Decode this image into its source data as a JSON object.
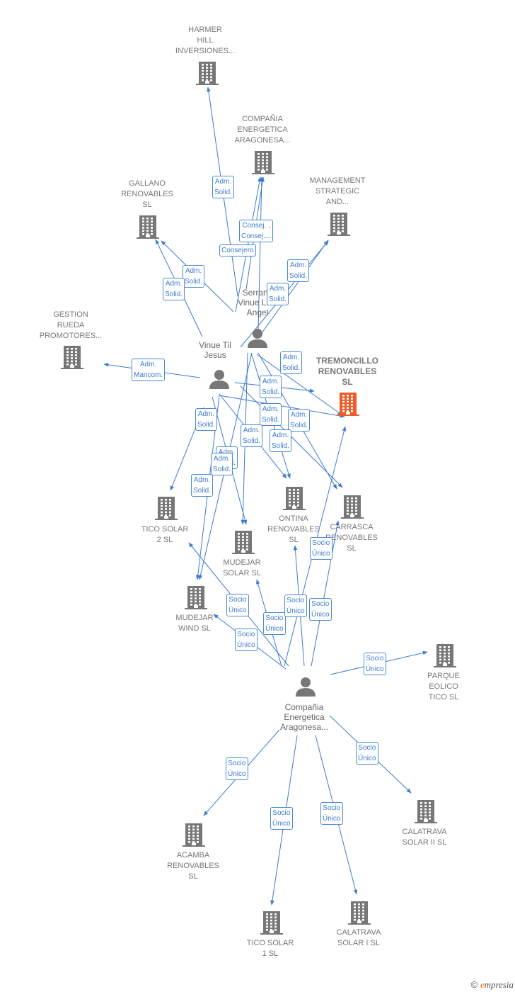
{
  "companies": [
    {
      "id": "harmer",
      "label": "HARMER\nHILL\nINVERSIONES...",
      "highlight": false
    },
    {
      "id": "compania_top",
      "label": "COMPAÑIA\nENERGETICA\nARAGONESA...",
      "highlight": false
    },
    {
      "id": "gallano",
      "label": "GALLANO\nRENOVABLES\nSL",
      "highlight": false
    },
    {
      "id": "management",
      "label": "MANAGEMENT\nSTRATEGIC\nAND...",
      "highlight": false
    },
    {
      "id": "gestion",
      "label": "GESTION\nRUEDA\nPROMOTORES...",
      "highlight": false
    },
    {
      "id": "tremoncillo",
      "label": "TREMONCILLO\nRENOVABLES\nSL",
      "highlight": true
    },
    {
      "id": "tico2",
      "label": "TICO SOLAR\n2  SL",
      "highlight": false
    },
    {
      "id": "mudejar_solar",
      "label": "MUDEJAR\nSOLAR  SL",
      "highlight": false
    },
    {
      "id": "ontina",
      "label": "ONTINA\nRENOVABLES\nSL",
      "highlight": false
    },
    {
      "id": "carrasca",
      "label": "CARRASCA\nRENOVABLES\nSL",
      "highlight": false
    },
    {
      "id": "mudejar_wind",
      "label": "MUDEJAR\nWIND  SL",
      "highlight": false
    },
    {
      "id": "parque",
      "label": "PARQUE\nEOLICO\nTICO  SL",
      "highlight": false
    },
    {
      "id": "acamba",
      "label": "ACAMBA\nRENOVABLES\nSL",
      "highlight": false
    },
    {
      "id": "calatrava2",
      "label": "CALATRAVA\nSOLAR II  SL",
      "highlight": false
    },
    {
      "id": "tico1",
      "label": "TICO SOLAR\n1  SL",
      "highlight": false
    },
    {
      "id": "calatrava1",
      "label": "CALATRAVA\nSOLAR I  SL",
      "highlight": false
    }
  ],
  "persons": [
    {
      "id": "serrano",
      "label": "Serrano\nVinue Luis\nAngel"
    },
    {
      "id": "vinue",
      "label": "Vinue Til\nJesus"
    },
    {
      "id": "compania_p",
      "label": "Compañia\nEnergetica\nAragonesa..."
    }
  ],
  "roles": [
    {
      "id": "r1",
      "label": "Adm.\nSolid."
    },
    {
      "id": "r2",
      "label": "Consej. ,\nConsej...."
    },
    {
      "id": "r3",
      "label": "Consejero"
    },
    {
      "id": "r4",
      "label": "Adm.\nSolid."
    },
    {
      "id": "r5",
      "label": "Adm.\nSolid."
    },
    {
      "id": "r6",
      "label": "Adm.\nSolid."
    },
    {
      "id": "r7",
      "label": "Adm.\nSolid."
    },
    {
      "id": "r8",
      "label": "Adm.\nMancom."
    },
    {
      "id": "r9",
      "label": "Adm.\nSolid."
    },
    {
      "id": "r10",
      "label": "Adm.\nSolid."
    },
    {
      "id": "r11",
      "label": "Adm.\nSolid."
    },
    {
      "id": "r12",
      "label": "Adm.\nSolid."
    },
    {
      "id": "r13",
      "label": "Adm.\nSolid."
    },
    {
      "id": "r14",
      "label": "Adm.\nSolid."
    },
    {
      "id": "r15",
      "label": "Adm.\nSolid."
    },
    {
      "id": "r16",
      "label": "Adm.\nSolid."
    },
    {
      "id": "r17",
      "label": "Adm.\nSolid."
    },
    {
      "id": "r18",
      "label": "Adm.\nSolid."
    },
    {
      "id": "r19",
      "label": "Socio\nÚnico"
    },
    {
      "id": "r20",
      "label": "Socio\nÚnico"
    },
    {
      "id": "r21",
      "label": "Socio\nÚnico"
    },
    {
      "id": "r22",
      "label": "Socio\nÚnico"
    },
    {
      "id": "r23",
      "label": "Socio\nÚnico"
    },
    {
      "id": "r24",
      "label": "Socio\nÚnico"
    },
    {
      "id": "r25",
      "label": "Socio\nÚnico"
    },
    {
      "id": "r26",
      "label": "Socio\nÚnico"
    },
    {
      "id": "r27",
      "label": "Socio\nÚnico"
    },
    {
      "id": "r28",
      "label": "Socio\nÚnico"
    },
    {
      "id": "r29",
      "label": "Socio\nÚnico"
    },
    {
      "id": "r30",
      "label": "Socio\nÚnico"
    }
  ],
  "footer": {
    "copyright": "©",
    "brand_initial": "e",
    "brand_rest": "mpresia"
  },
  "colors": {
    "edge": "#3d7bd0",
    "building": "#777777",
    "highlight_building": "#f05a28",
    "person": "#777777"
  }
}
